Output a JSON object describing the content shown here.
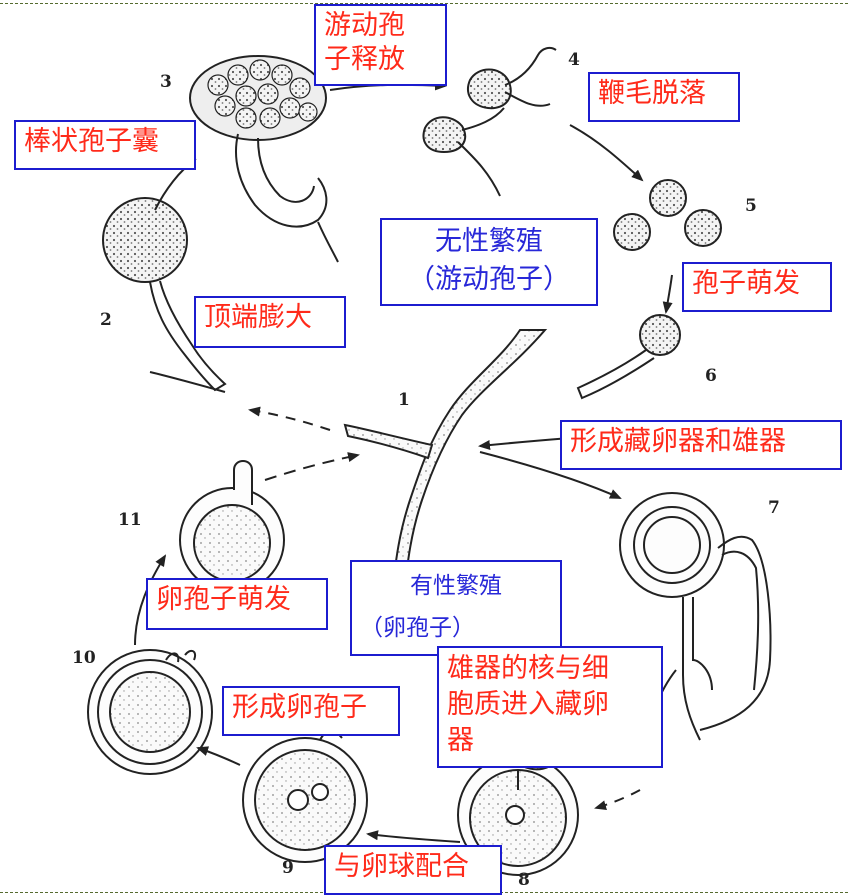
{
  "stages": [
    "1",
    "2",
    "3",
    "4",
    "5",
    "6",
    "7",
    "8",
    "9",
    "10",
    "11"
  ],
  "labels": {
    "zoospore_release": [
      "游动孢",
      "子释放"
    ],
    "flagella_drop": "鞭毛脱落",
    "club_sporangium": "棒状孢子囊",
    "apex_swelling": "顶端膨大",
    "asexual_title": "无性繁殖",
    "asexual_sub": "（游动孢子）",
    "spore_germination": "孢子萌发",
    "form_organs": "形成藏卵器和雄器",
    "oospore_germination": "卵孢子萌发",
    "sexual_title": "有性繁殖",
    "sexual_sub": "（卵孢子）",
    "nucleus_enter": [
      "雄器的核与细",
      "胞质进入藏卵",
      "器"
    ],
    "form_oospore": "形成卵孢子",
    "fertilization": "与卵球配合"
  },
  "colors": {
    "box_border": "#1c1ccf",
    "red_text": "#ff2a1a",
    "blue_text": "#2828d8",
    "drawing": "#222222"
  }
}
